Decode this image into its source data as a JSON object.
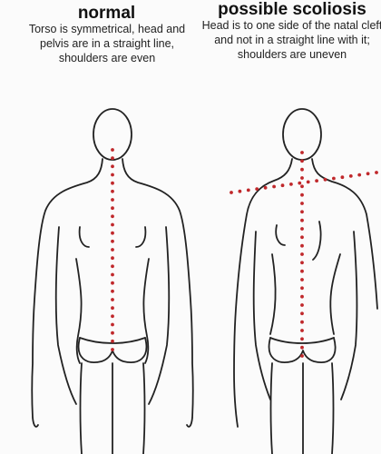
{
  "normal": {
    "title": "normal",
    "description": "Torso is symmetrical, head and pelvis are in a straight line, shoulders are even"
  },
  "scoliosis": {
    "title": "possible scoliosis",
    "description": "Head is to one side of the natal cleft and not in a straight line with it; shoulders are uneven"
  },
  "colors": {
    "outline": "#222222",
    "marker_dots": "#c0282b"
  }
}
